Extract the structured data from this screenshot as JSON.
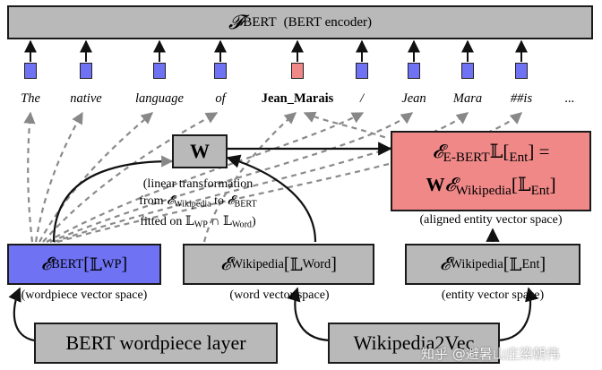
{
  "encoder": {
    "symbol": "𝓕",
    "sub": "BERT",
    "label": "(BERT encoder)"
  },
  "tokens": [
    {
      "text": "The",
      "highlight": false
    },
    {
      "text": "native",
      "highlight": false
    },
    {
      "text": "language",
      "highlight": false
    },
    {
      "text": "of",
      "highlight": false
    },
    {
      "text": "Jean_Marais",
      "highlight": true
    },
    {
      "text": "/",
      "highlight": false
    },
    {
      "text": "Jean",
      "highlight": false
    },
    {
      "text": "Mara",
      "highlight": false
    },
    {
      "text": "##is",
      "highlight": false
    },
    {
      "text": "...",
      "highlight": false
    }
  ],
  "w_box": {
    "label": "W"
  },
  "transform_note": {
    "line1": "(linear transformation",
    "line2_pre": "from ",
    "line2_sub1": "Wikipedia",
    "line2_mid": " to ",
    "line2_sub2": "BERT",
    "line3_pre": "fitted on ",
    "line3_sub1": "WP",
    "line3_op": " ∩ ",
    "line3_sub2": "Word",
    "line3_post": ")"
  },
  "ebert_box": {
    "row1_sub": "E-BERT",
    "row1_arg": "Ent",
    "row1_eq": " =",
    "row2_prefix": "W",
    "row2_sub": "Wikipedia",
    "row2_arg": "Ent",
    "caption": "(aligned entity vector space)"
  },
  "spaces": [
    {
      "sub": "BERT",
      "arg": "WP",
      "caption": "(wordpiece vector space)"
    },
    {
      "sub": "Wikipedia",
      "arg": "Word",
      "caption": "(word vector space)"
    },
    {
      "sub": "Wikipedia",
      "arg": "Ent",
      "caption": "(entity vector space)"
    }
  ],
  "sources": {
    "bert_layer": "BERT wordpiece layer",
    "wiki2vec": "Wikipedia2Vec"
  },
  "watermark": "知乎 @避暑山庄梁朝伟",
  "symbols": {
    "script_E": "𝓔",
    "bb_L": "𝕃"
  },
  "colors": {
    "gray": "#b9b9b9",
    "blue": "#6f72f3",
    "red": "#f08888"
  }
}
